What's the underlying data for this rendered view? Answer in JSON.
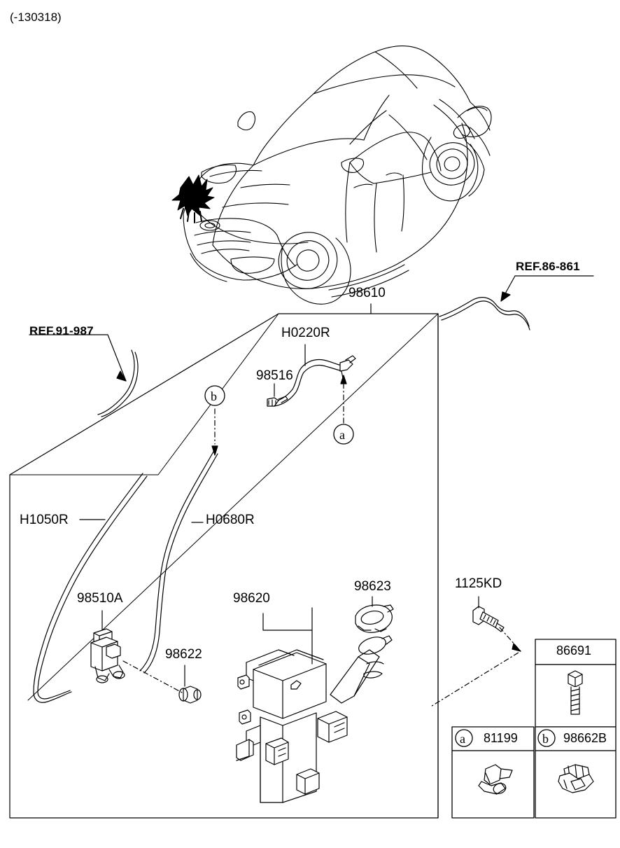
{
  "header": {
    "date_code": "(-130318)"
  },
  "references": [
    {
      "id": "ref-91-987",
      "label": "REF.91-987"
    },
    {
      "id": "ref-86-861",
      "label": "REF.86-861"
    }
  ],
  "part_labels": [
    {
      "id": "98610",
      "label": "98610",
      "description": "washer-hose-assembly"
    },
    {
      "id": "H0220R",
      "label": "H0220R",
      "description": "hose-upper"
    },
    {
      "id": "98516",
      "label": "98516",
      "description": "washer-nozzle-connector"
    },
    {
      "id": "H1050R",
      "label": "H1050R",
      "description": "hose-left"
    },
    {
      "id": "H0680R",
      "label": "H0680R",
      "description": "hose-center"
    },
    {
      "id": "98510A",
      "label": "98510A",
      "description": "washer-pump-motor"
    },
    {
      "id": "98620",
      "label": "98620",
      "description": "washer-reservoir-tank"
    },
    {
      "id": "98622",
      "label": "98622",
      "description": "reservoir-grommet"
    },
    {
      "id": "98623",
      "label": "98623",
      "description": "reservoir-cap"
    },
    {
      "id": "1125KD",
      "label": "1125KD",
      "description": "mounting-screw"
    }
  ],
  "callout_markers": [
    {
      "id": "marker-b",
      "letter": "b"
    },
    {
      "id": "marker-a",
      "letter": "a"
    }
  ],
  "legend": {
    "bolt_box": {
      "part_number": "86691",
      "icon": "bolt-icon"
    },
    "clip_rows": [
      {
        "marker": "a",
        "part_number": "81199",
        "icon": "clip-icon"
      },
      {
        "marker": "b",
        "part_number": "98662B",
        "icon": "clip-icon"
      }
    ]
  },
  "vehicle": {
    "name": "veloster-three-quarter-view",
    "highlight": "front-left-washer-nozzle-area"
  },
  "colors": {
    "line": "#000000",
    "background": "#ffffff",
    "highlight": "#000000"
  }
}
